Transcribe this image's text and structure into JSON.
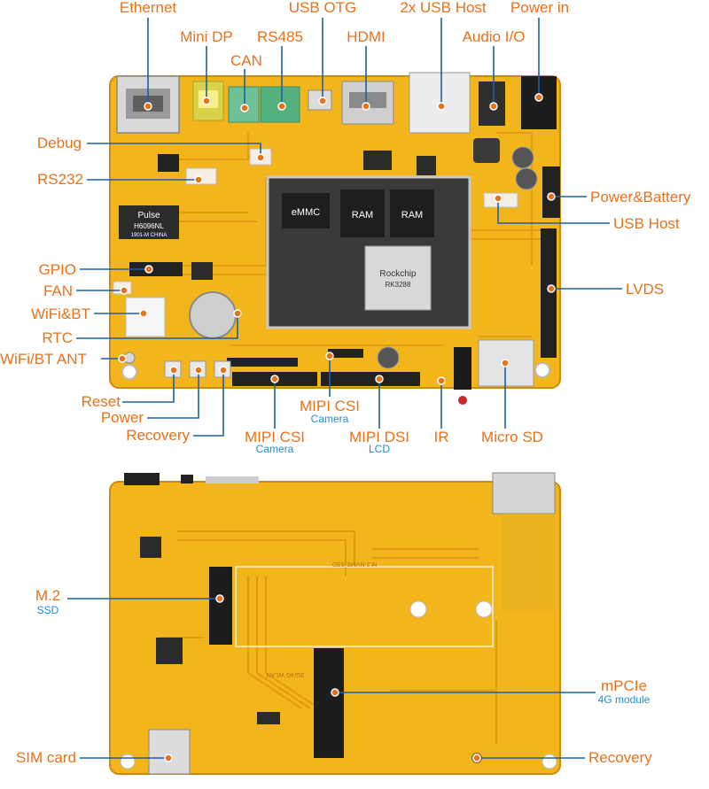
{
  "colors": {
    "label": "#e8711a",
    "sublabel": "#1e8ed6",
    "board": "#f3b51c",
    "board_dark": "#e29a10",
    "line": "#1f5fa8",
    "dot": "#e8711a",
    "chip": "#2a2a2a"
  },
  "top_board": {
    "labels": [
      {
        "id": "ethernet",
        "text": "Ethernet"
      },
      {
        "id": "usb-otg",
        "text": "USB OTG"
      },
      {
        "id": "2x-usb-host",
        "text": "2x USB Host"
      },
      {
        "id": "power-in",
        "text": "Power in"
      },
      {
        "id": "mini-dp",
        "text": "Mini DP"
      },
      {
        "id": "rs485",
        "text": "RS485"
      },
      {
        "id": "hdmi",
        "text": "HDMI"
      },
      {
        "id": "audio-io",
        "text": "Audio I/O"
      },
      {
        "id": "can",
        "text": "CAN"
      },
      {
        "id": "debug",
        "text": "Debug"
      },
      {
        "id": "rs232",
        "text": "RS232"
      },
      {
        "id": "power-battery",
        "text": "Power&Battery"
      },
      {
        "id": "usb-host",
        "text": "USB Host"
      },
      {
        "id": "gpio",
        "text": "GPIO"
      },
      {
        "id": "fan",
        "text": "FAN"
      },
      {
        "id": "lvds",
        "text": "LVDS"
      },
      {
        "id": "wifi-bt",
        "text": "WiFi&BT"
      },
      {
        "id": "rtc",
        "text": "RTC"
      },
      {
        "id": "wifi-bt-ant",
        "text": "WiFi/BT ANT"
      },
      {
        "id": "reset",
        "text": "Reset"
      },
      {
        "id": "power",
        "text": "Power"
      },
      {
        "id": "recovery-top",
        "text": "Recovery"
      },
      {
        "id": "mipi-csi-center",
        "text": "MIPI CSI"
      },
      {
        "id": "mipi-csi-left",
        "text": "MIPI CSI"
      },
      {
        "id": "mipi-dsi",
        "text": "MIPI DSI"
      },
      {
        "id": "ir",
        "text": "IR"
      },
      {
        "id": "micro-sd",
        "text": "Micro SD"
      }
    ],
    "sublabels": [
      {
        "id": "mipi-csi-center-sub",
        "text": "Camera"
      },
      {
        "id": "mipi-csi-left-sub",
        "text": "Camera"
      },
      {
        "id": "mipi-dsi-sub",
        "text": "LCD"
      }
    ],
    "chip_text": {
      "emmc": "eMMC",
      "ram1": "RAM",
      "ram2": "RAM",
      "soc_brand": "Rockchip",
      "soc_model": "RK3288",
      "pulse_brand": "Pulse",
      "pulse_part": "H6096NL",
      "pulse_line": "1901-M CHINA"
    }
  },
  "bottom_board": {
    "labels": [
      {
        "id": "m2",
        "text": "M.2"
      },
      {
        "id": "mpcie",
        "text": "mPCIe"
      },
      {
        "id": "sim-card",
        "text": "SIM card"
      },
      {
        "id": "recovery-bottom",
        "text": "Recovery"
      }
    ],
    "sublabels": [
      {
        "id": "m2-sub",
        "text": "SSD"
      },
      {
        "id": "mpcie-sub",
        "text": "4G module"
      }
    ],
    "silkscreen": {
      "m2_slot": "M.2 NVME SSD",
      "mpcie_slot": "3G/4G WLAN"
    }
  }
}
